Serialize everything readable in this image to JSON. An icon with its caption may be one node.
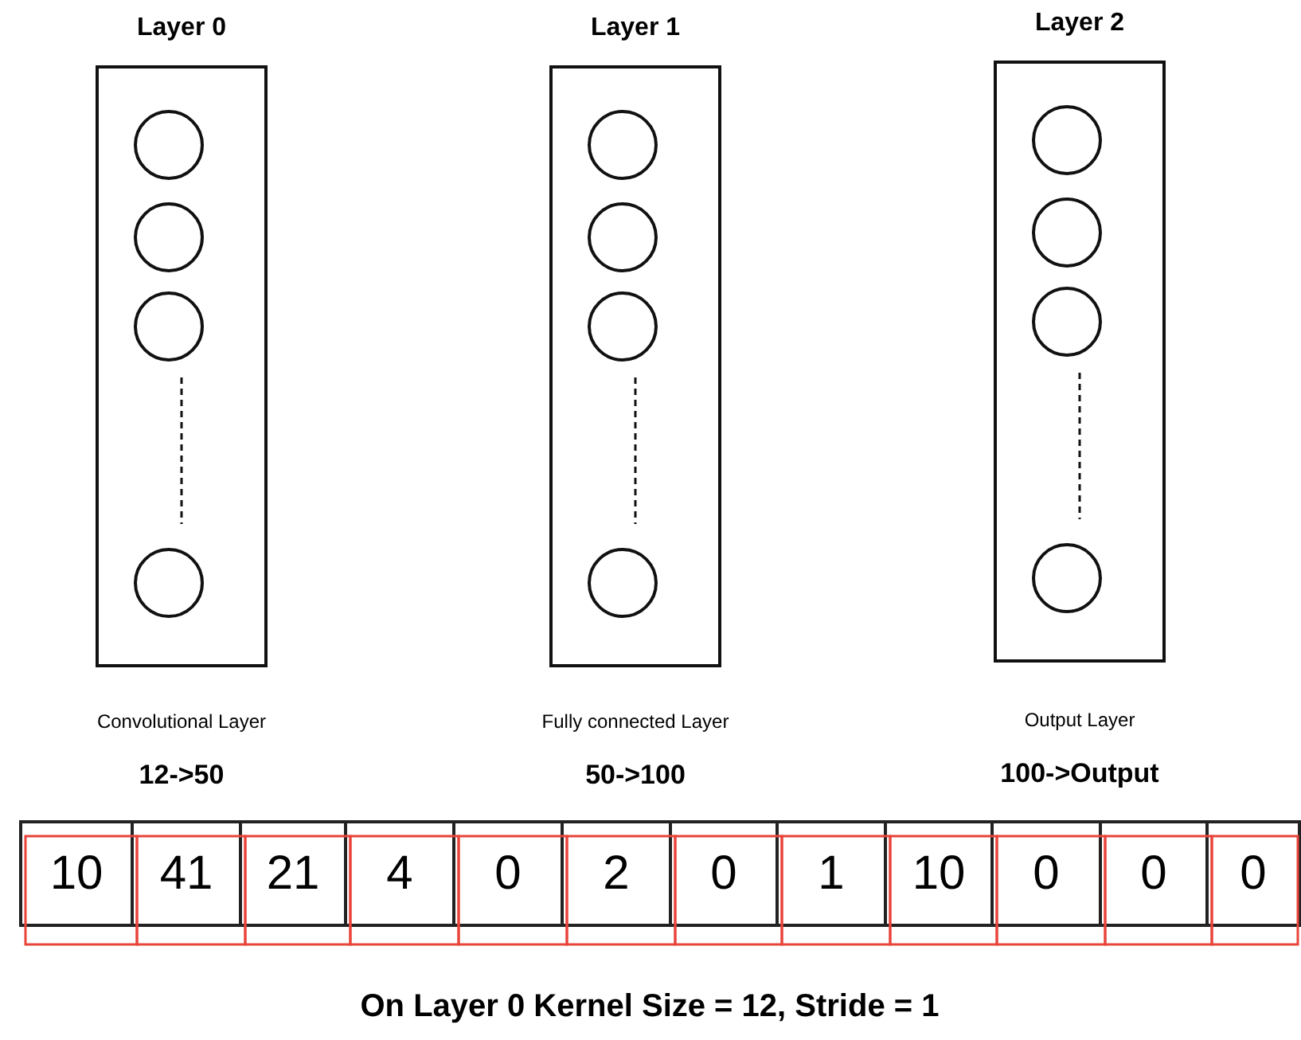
{
  "diagram": {
    "caption": "On Layer 0 Kernel Size = 12, Stride = 1",
    "nodes": [
      {
        "text": [
          "Layer 0"
        ],
        "beside": [
          "Convolutional Layer",
          "12->50"
        ]
      },
      {
        "text": [],
        "shape": "circle",
        "in": 0
      },
      {
        "text": [],
        "shape": "circle",
        "in": 0
      },
      {
        "text": [],
        "shape": "circle",
        "in": 0
      },
      {
        "text": [],
        "shape": "circle",
        "in": 0
      },
      {
        "text": [
          "Layer 1"
        ],
        "beside": [
          "Fully connected Layer",
          "50->100"
        ]
      },
      {
        "text": [],
        "shape": "circle",
        "in": 5
      },
      {
        "text": [],
        "shape": "circle",
        "in": 5
      },
      {
        "text": [],
        "shape": "circle",
        "in": 5
      },
      {
        "text": [],
        "shape": "circle",
        "in": 5
      },
      {
        "text": [
          "Layer 2"
        ],
        "beside": [
          "Output Layer",
          "100->Output"
        ]
      },
      {
        "text": [],
        "shape": "circle",
        "in": 10
      },
      {
        "text": [],
        "shape": "circle",
        "in": 10
      },
      {
        "text": [],
        "shape": "circle",
        "in": 10
      },
      {
        "text": [],
        "shape": "circle",
        "in": 10
      },
      {
        "text": [
          "10"
        ]
      },
      {
        "text": [
          "41"
        ]
      },
      {
        "text": [
          "21"
        ]
      },
      {
        "text": [
          "4"
        ]
      },
      {
        "text": [
          "0"
        ]
      },
      {
        "text": [
          "2"
        ]
      },
      {
        "text": [
          "0"
        ]
      },
      {
        "text": [
          "1"
        ]
      },
      {
        "text": [
          "10"
        ]
      },
      {
        "text": [
          "0"
        ]
      },
      {
        "text": [
          "0"
        ]
      },
      {
        "text": [
          "0"
        ]
      }
    ]
  }
}
